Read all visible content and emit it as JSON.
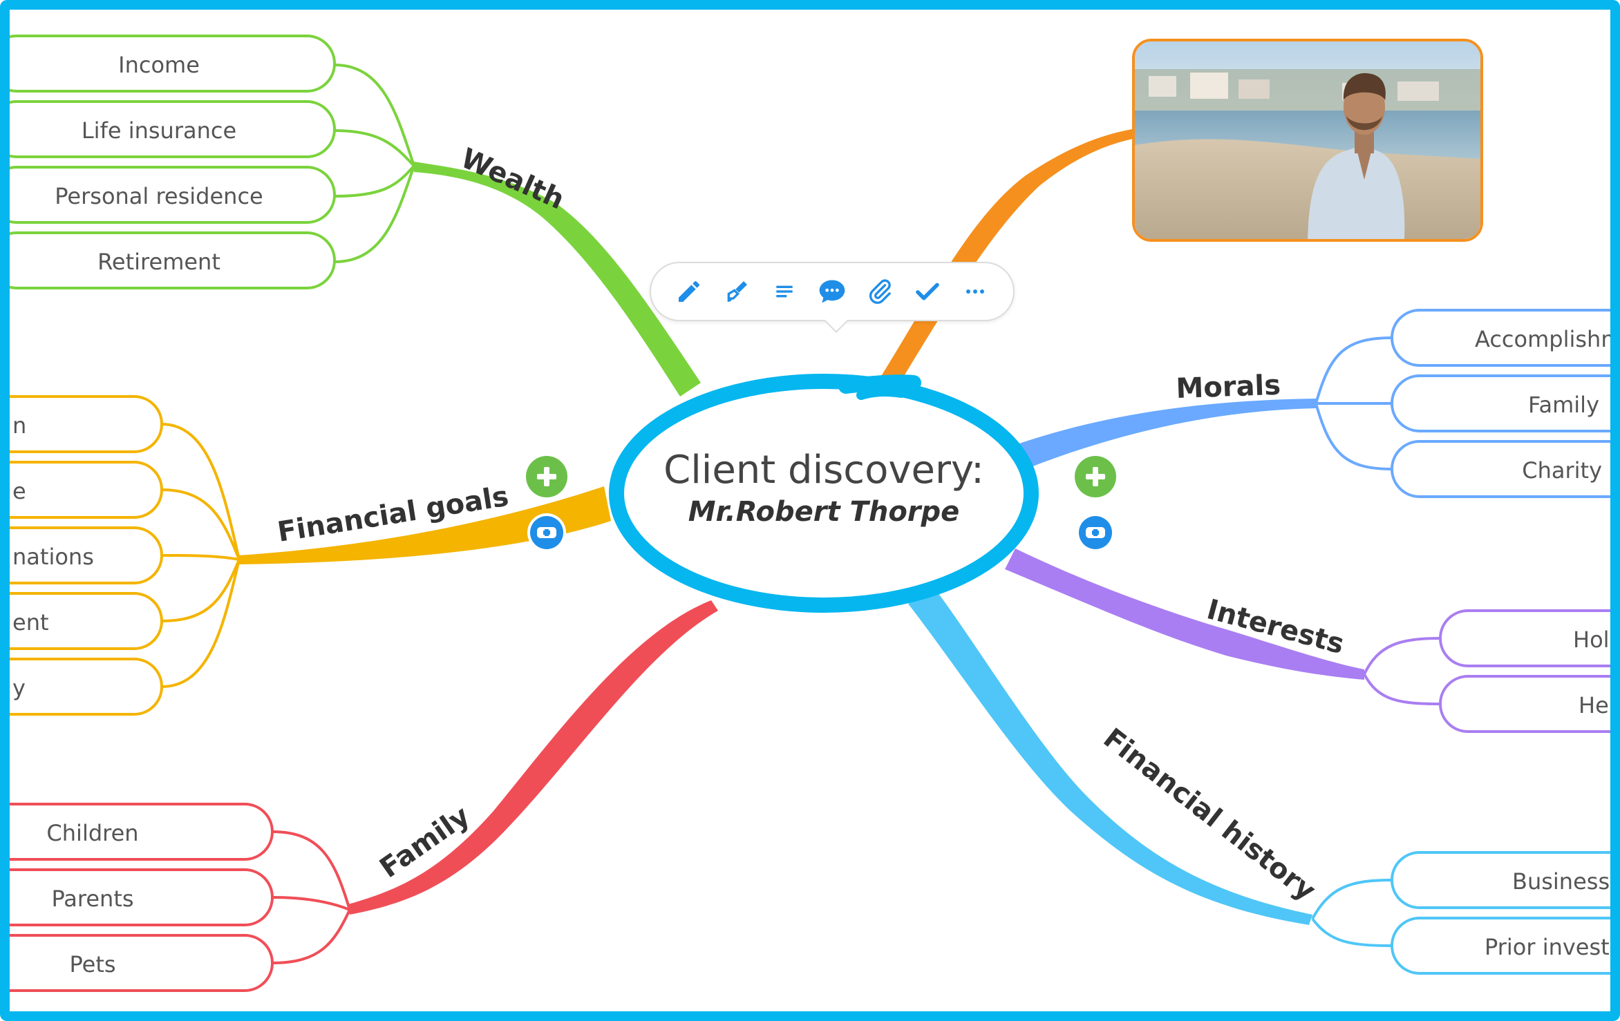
{
  "central": {
    "title": "Client discovery:",
    "subtitle": "Mr.Robert Thorpe"
  },
  "branches": {
    "wealth": {
      "label": "Wealth",
      "color": "#7ad33c",
      "items": [
        "Income",
        "Life insurance",
        "Personal residence",
        "Retirement"
      ]
    },
    "financial_goals": {
      "label": "Financial goals",
      "color": "#f4b400",
      "items": [
        "n",
        "e",
        "nations",
        "ent",
        "y"
      ]
    },
    "family": {
      "label": "Family",
      "color": "#f04e57",
      "items": [
        "Children",
        "Parents",
        "Pets"
      ]
    },
    "morals": {
      "label": "Morals",
      "color": "#6aa9ff",
      "items": [
        "Accomplishm",
        "Family",
        "Charity"
      ]
    },
    "interests": {
      "label": "Interests",
      "color": "#a97ef2",
      "items": [
        "Hol",
        "He"
      ]
    },
    "financial_history": {
      "label": "Financial history",
      "color": "#4fc6f7",
      "items": [
        "Business",
        "Prior invest"
      ]
    },
    "image_branch": {
      "color": "#f5901e"
    }
  },
  "toolbar": {
    "icons": [
      "pencil-icon",
      "paint-brush-icon",
      "notes-icon",
      "comment-icon",
      "attachment-icon",
      "checkmark-icon",
      "more-icon"
    ],
    "accent": "#1f8ee8"
  },
  "colors": {
    "frame": "#06b6ef",
    "central_outline": "#06b6ef",
    "add_button": "#6cc04a",
    "add_sibling_button": "#1f8ee8"
  }
}
